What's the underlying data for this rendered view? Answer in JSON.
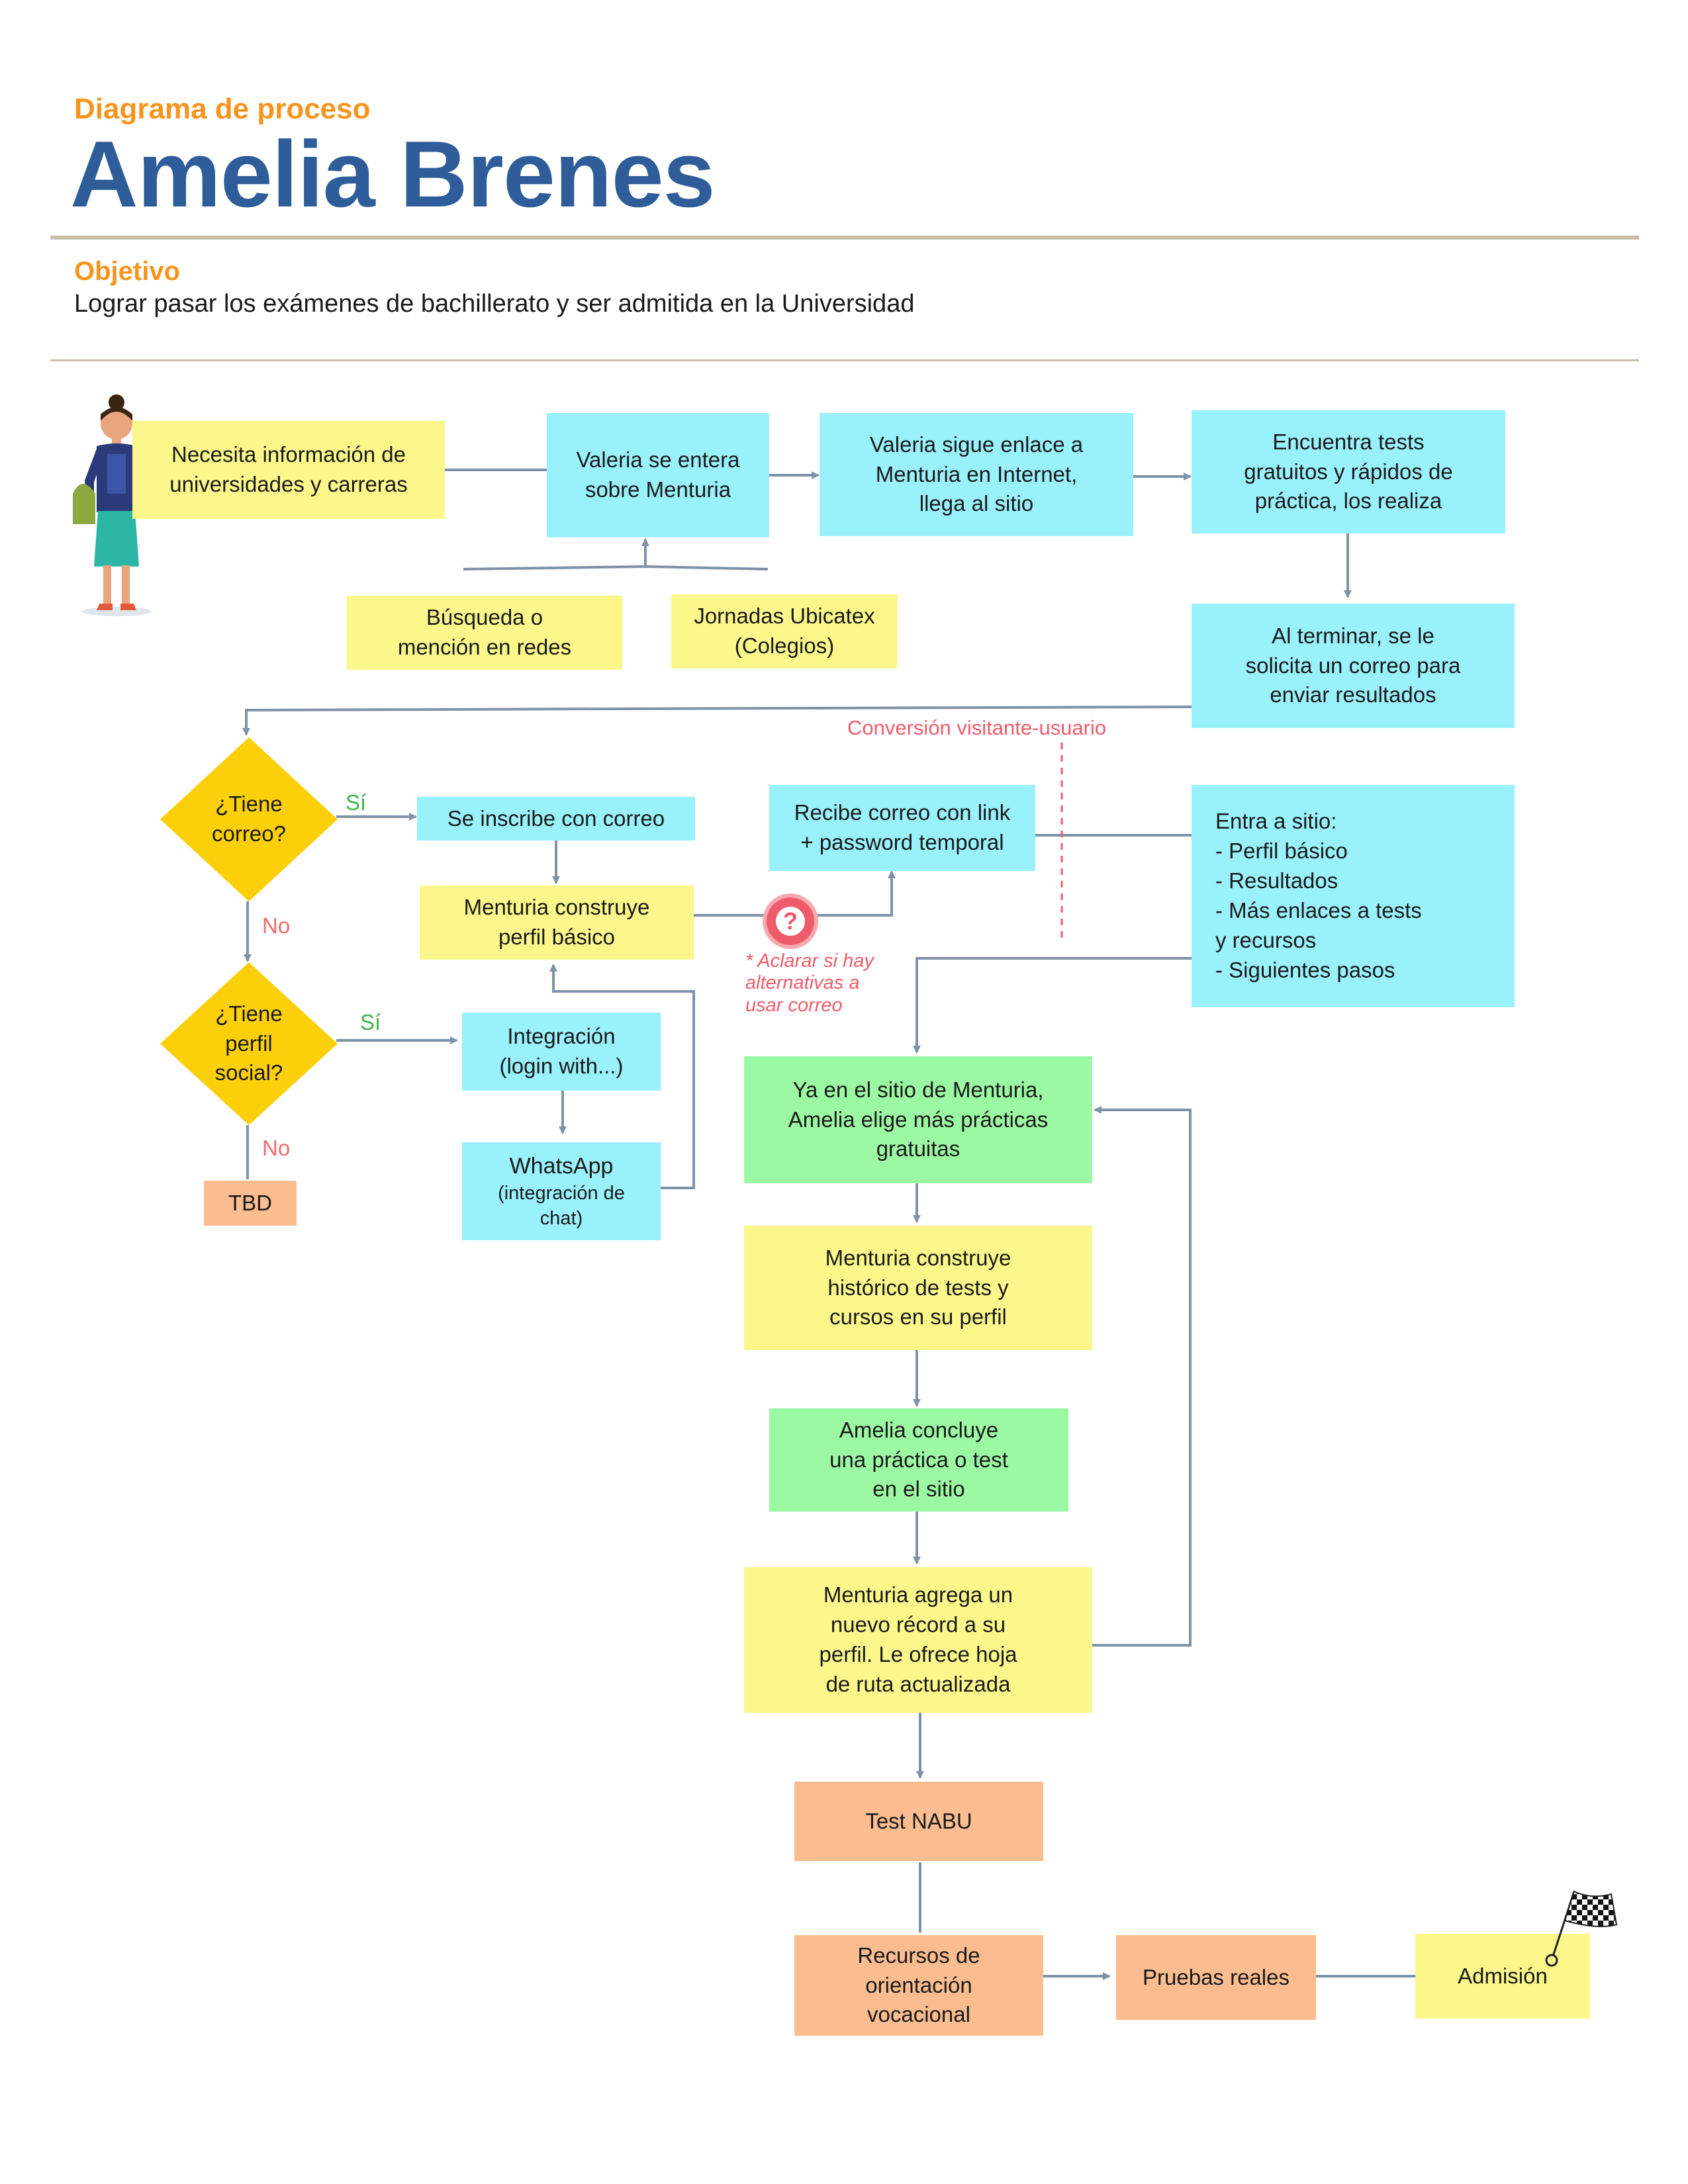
{
  "header": {
    "subtitle": "Diagrama de proceso",
    "title": "Amelia Brenes",
    "objective_label": "Objetivo",
    "objective_text": "Lograr pasar los exámenes de bachillerato y ser admitida en la Universidad"
  },
  "nodes": {
    "n1": "Necesita información de\nuniversidades y carreras",
    "n2": "Valeria se entera\nsobre Menturia",
    "n3": "Valeria sigue enlace a\nMenturia en Internet,\nllega al sitio",
    "n4": "Encuentra tests\ngratuitos y rápidos de\npráctica, los realiza",
    "s1": "Búsqueda o\nmención en redes",
    "s2": "Jornadas Ubicatex\n(Colegios)",
    "n5": "Al terminar, se le\nsolicita un correo para\nenviar resultados",
    "d1": "¿Tiene\ncorreo?",
    "d2": "¿Tiene\nperfil\nsocial?",
    "e1": "Se inscribe con correo",
    "e2": "Menturia construye\nperfil básico",
    "e3": "Recibe correo con link\n+  password temporal",
    "e4": "Entra a sitio:\n- Perfil básico\n- Resultados\n- Más enlaces a tests\ny recursos\n- Siguientes pasos",
    "i1": "Integración\n(login with...)",
    "i2_title": "WhatsApp",
    "i2_sub": "(integración de\nchat)",
    "tbd": "TBD",
    "g1": "Ya en el sitio de Menturia,\nAmelia elige más prácticas\ngratuitas",
    "g2": "Menturia construye\nhistórico de tests y\ncursos en su perfil",
    "g3": "Amelia concluye\nuna práctica o test\nen el sitio",
    "g4": "Menturia agrega un\nnuevo récord a su\nperfil. Le ofrece hoja\nde ruta actualizada",
    "t1": "Test NABU",
    "t2": "Recursos de\norientación\nvocacional",
    "t3": "Pruebas reales",
    "t4": "Admisión"
  },
  "labels": {
    "yes1": "Sí",
    "no1": "No",
    "yes2": "Sí",
    "no2": "No",
    "conversion": "Conversión visitante-usuario",
    "note": "* Aclarar si hay\nalternativas a\nusar correo",
    "question_mark": "?"
  },
  "icons": {
    "persona": "woman-persona-illustration",
    "alert": "question-alert-icon",
    "finish": "checkered-flag-icon"
  },
  "colors": {
    "yellow": "#fbf78a",
    "cyan": "#99f1fb",
    "green": "#9cf9a3",
    "salmon": "#fbbd8f",
    "diamond": "#fbd00b",
    "connector": "#7f93a8",
    "title_blue": "#2e5d99",
    "accent_orange": "#f7941d",
    "alert_red": "#ef5b6a"
  }
}
